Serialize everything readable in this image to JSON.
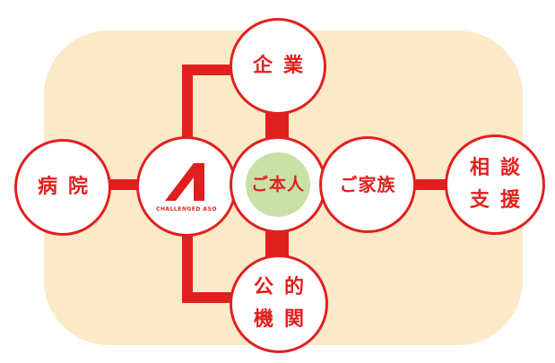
{
  "colors": {
    "accent": "#e0201f",
    "background_panel": "#fce9c8",
    "center_fill": "#c9e0a6"
  },
  "nodes": {
    "hospital": "病院",
    "company": "企業",
    "public": "公的\n機関",
    "self": "ご本人",
    "family": "ご家族",
    "consult": "相談\n支援",
    "logo": {
      "icon": "a-logo-icon",
      "text": "CHALLENGED ASO"
    }
  }
}
